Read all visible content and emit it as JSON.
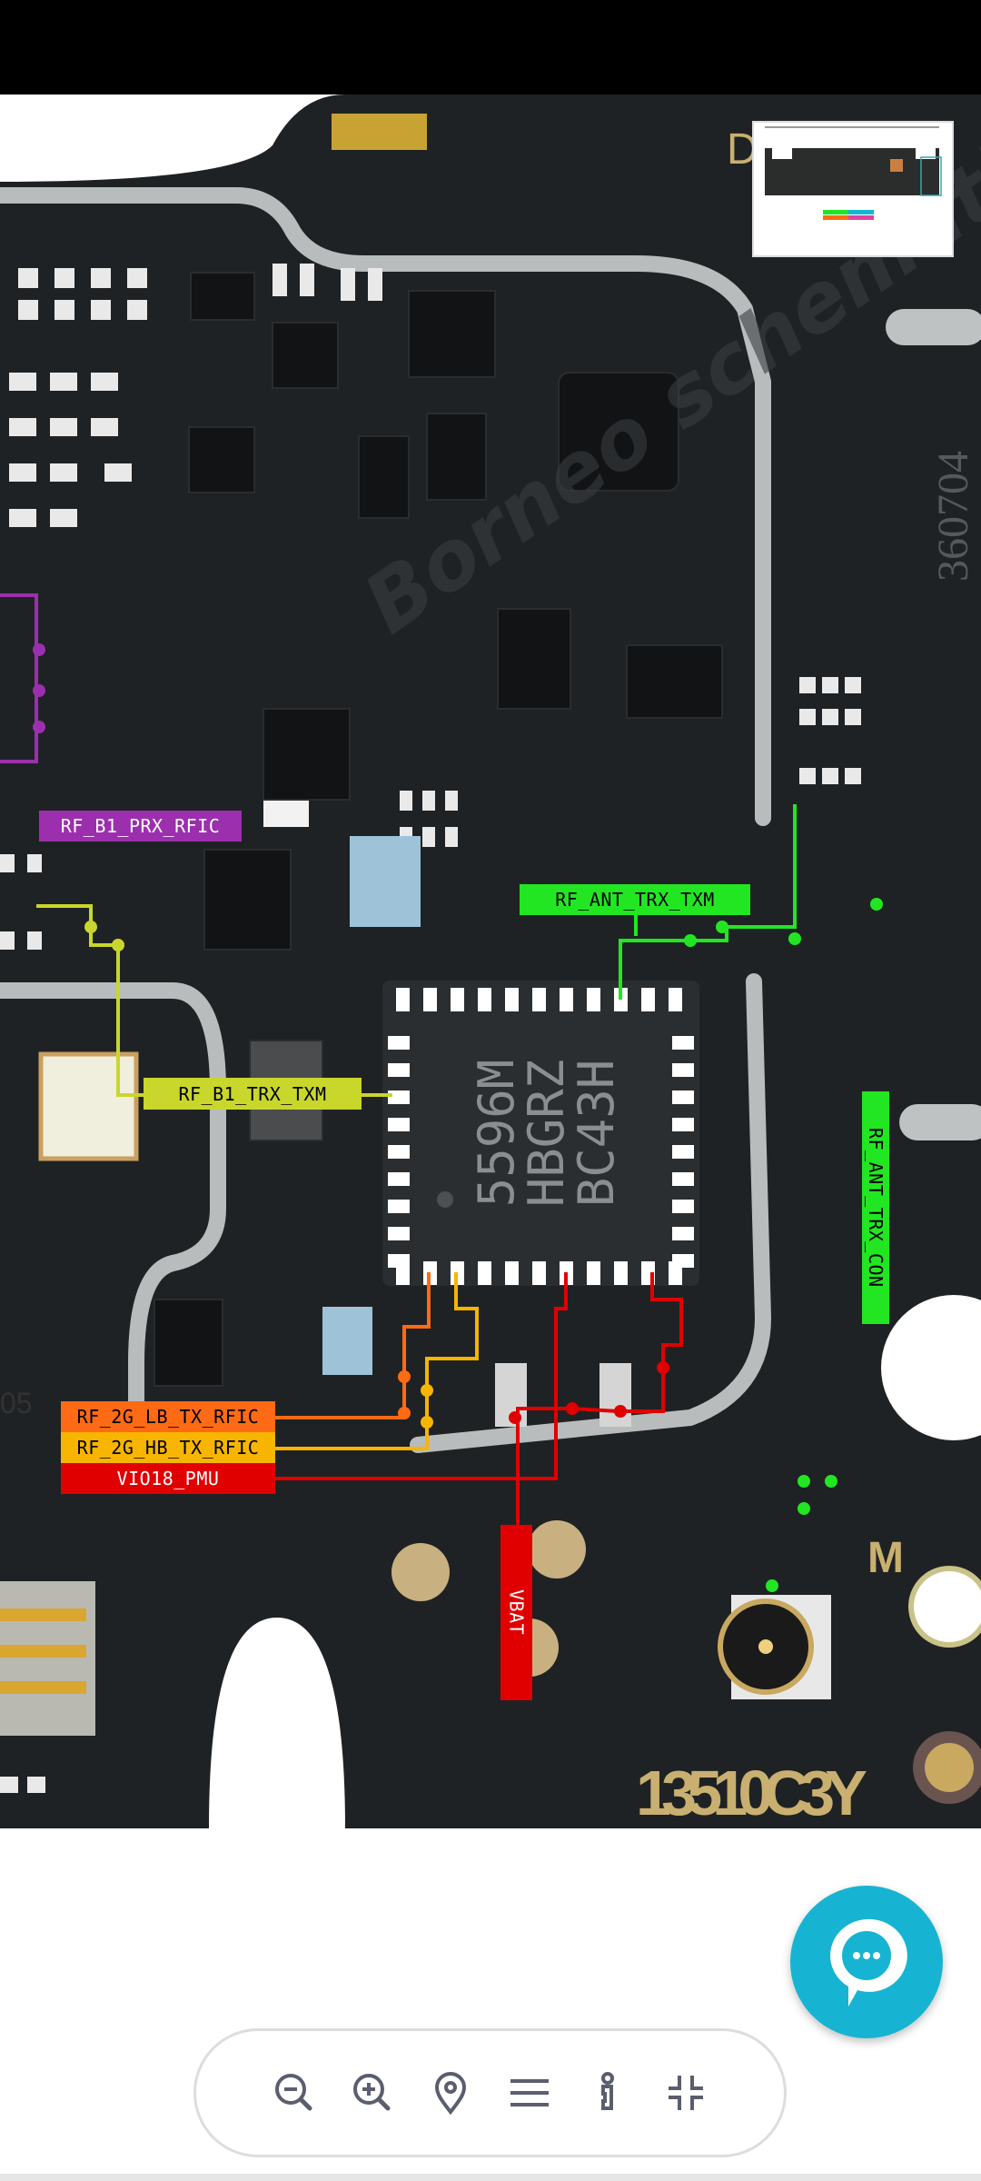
{
  "board": {
    "chip_marking": [
      "5596M",
      "HBGRZ",
      "BC43H"
    ],
    "board_code": "13510C3Y",
    "side_code": "360704",
    "silk_m": "M",
    "silk_d": "D",
    "silk_05": "05",
    "watermark": "Borneo schematics"
  },
  "nets": {
    "rf_b1_prx_rfic": {
      "label": "RF_B1_PRX_RFIC",
      "color": "#9c2fae"
    },
    "rf_ant_trx_txm": {
      "label": "RF_ANT_TRX_TXM",
      "color": "#22e622"
    },
    "rf_b1_trx_txm": {
      "label": "RF_B1_TRX_TXM",
      "color": "#c9d62c"
    },
    "rf_ant_trx_con": {
      "label": "RF_ANT_TRX_CON",
      "color": "#22e622"
    },
    "rf_2g_lb_tx_rfic": {
      "label": "RF_2G_LB_TX_RFIC",
      "color": "#ff6a14"
    },
    "rf_2g_hb_tx_rfic": {
      "label": "RF_2G_HB_TX_RFIC",
      "color": "#f7b500"
    },
    "vio18_pmu": {
      "label": "VIO18_PMU",
      "color": "#e00000"
    },
    "vbat": {
      "label": "VBAT",
      "color": "#e00000"
    }
  },
  "toolbar": {
    "zoom_out": "zoom-out-icon",
    "zoom_in": "zoom-in-icon",
    "locate": "map-pin-icon",
    "menu": "menu-icon",
    "info": "info-icon",
    "collapse": "collapse-icon"
  },
  "chat": {
    "icon": "chat-bubble-icon",
    "color": "#16b4d2"
  }
}
